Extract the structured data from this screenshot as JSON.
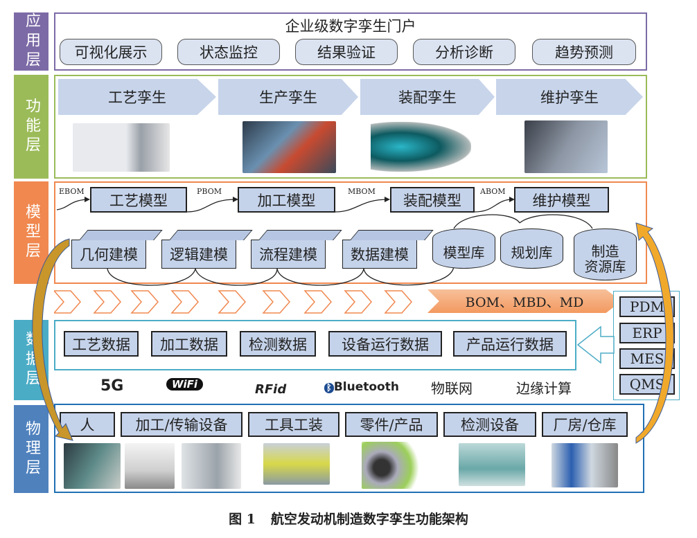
{
  "layers": [
    "应用层",
    "功能层",
    "模型层",
    "数据层",
    "物理层"
  ],
  "colors": {
    "app": "#7c6aa6",
    "func": "#9bbb59",
    "model": "#f0884f",
    "data": "#4bacc6",
    "phys": "#4f81bd",
    "box": "#c5d3ea"
  },
  "app": {
    "title": "企业级数字孪生门户",
    "items": [
      "可视化展示",
      "状态监控",
      "结果验证",
      "分析诊断",
      "趋势预测"
    ]
  },
  "func": {
    "items": [
      "工艺孪生",
      "生产孪生",
      "装配孪生",
      "维护孪生"
    ]
  },
  "model": {
    "flow_labels": [
      "EBOM",
      "PBOM",
      "MBOM",
      "ABOM"
    ],
    "models": [
      "工艺模型",
      "加工模型",
      "装配模型",
      "维护模型"
    ],
    "modeling": [
      "几何建模",
      "逻辑建模",
      "流程建模",
      "数据建模"
    ],
    "libs": [
      "模型库",
      "规划库",
      "制造\n资源库"
    ]
  },
  "banner": "BOM、MBD、MD",
  "systems": [
    "PDM",
    "ERP",
    "MES",
    "QMS"
  ],
  "data": {
    "items": [
      "工艺数据",
      "加工数据",
      "检测数据",
      "设备运行数据",
      "产品运行数据"
    ]
  },
  "protocols": [
    "5G",
    "WiFi",
    "RFid",
    "Bluetooth",
    "物联网",
    "边缘计算"
  ],
  "phys": {
    "items": [
      "人",
      "加工/传输设备",
      "工具工装",
      "零件/产品",
      "检测设备",
      "厂房/仓库"
    ]
  },
  "caption": {
    "num": "图 1",
    "text": "航空发动机制造数字孪生功能架构"
  }
}
